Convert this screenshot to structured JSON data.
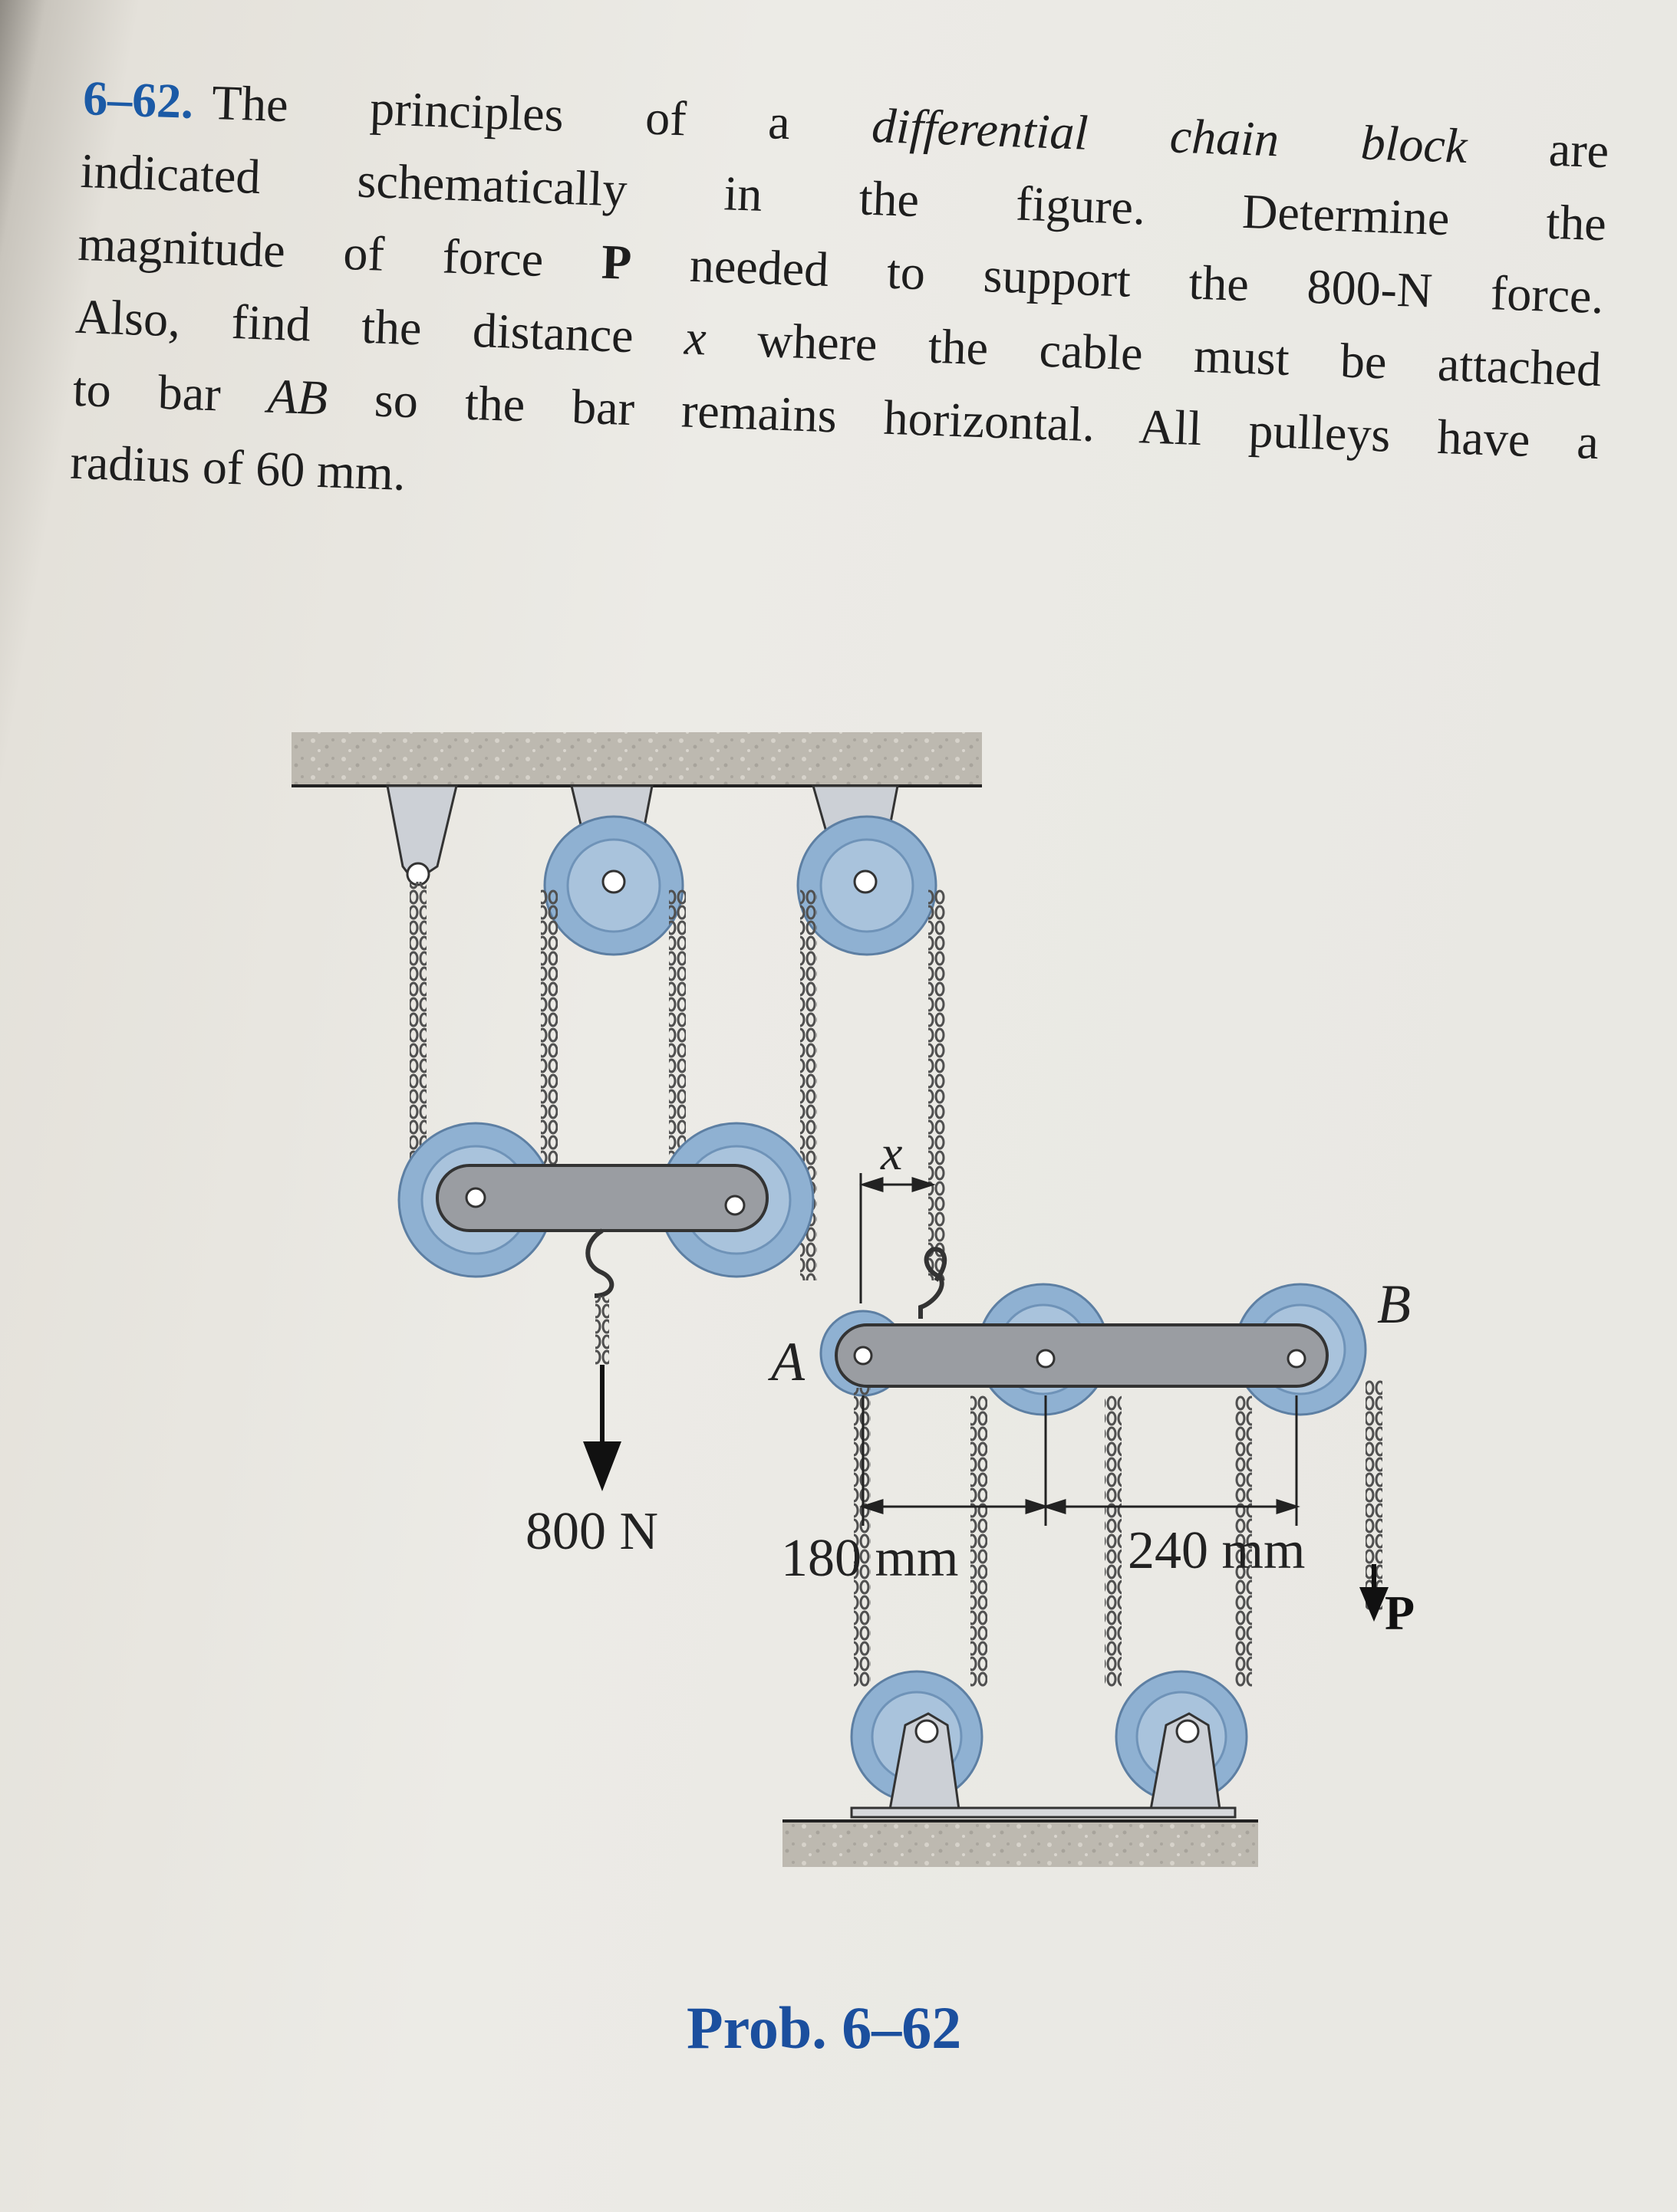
{
  "problem": {
    "number": "6–62.",
    "lines": [
      [
        "The principles of a ",
        {
          "i": "differential chain block"
        },
        " are"
      ],
      [
        "indicated schematically in the figure. Determine the"
      ],
      [
        "magnitude of force ",
        {
          "b": "P"
        },
        " needed to support the 800-N force."
      ],
      [
        "Also, find the distance ",
        {
          "i": "x"
        },
        " where the cable must be attached"
      ],
      [
        "to bar ",
        {
          "i": "AB"
        },
        " so the bar remains horizontal. All pulleys have a"
      ],
      [
        "radius of 60 mm."
      ]
    ]
  },
  "figure": {
    "label_x": "x",
    "label_A": "A",
    "label_B": "B",
    "label_P": "P",
    "load_label": "800 N",
    "dim_1": "180 mm",
    "dim_2": "240 mm",
    "colors": {
      "pulley": "#8fb1d2",
      "pulley_ring": "#6f93b8",
      "bar": "#9a9da2",
      "bracket": "#c9ccd1",
      "ground": "#b9b6ae",
      "chain": "#4a4a4a"
    }
  },
  "caption": "Prob. 6–62"
}
